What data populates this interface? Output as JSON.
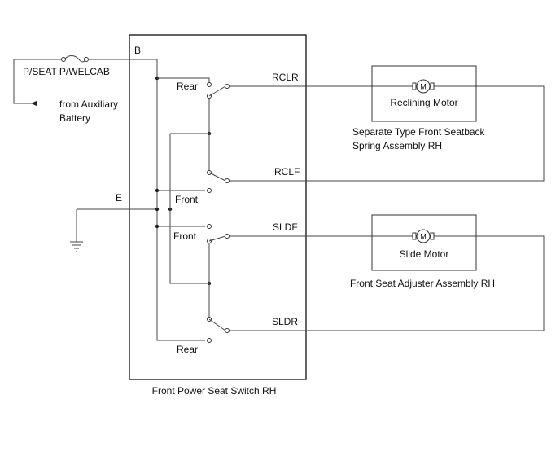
{
  "labels": {
    "fuse": "P/SEAT P/WELCAB",
    "terminal_b": "B",
    "terminal_e": "E",
    "aux_line1": "from Auxiliary",
    "aux_line2": "Battery",
    "rear_top": "Rear",
    "front_upper": "Front",
    "front_lower": "Front",
    "rear_bottom": "Rear",
    "rclr": "RCLR",
    "rclf": "RCLF",
    "sldf": "SLDF",
    "sldr": "SLDR",
    "reclining_motor": "Reclining Motor",
    "slide_motor": "Slide Motor",
    "motor_symbol": "M",
    "seatback_line1": "Separate Type Front Seatback",
    "seatback_line2": "Spring Assembly RH",
    "adjuster": "Front Seat Adjuster Assembly RH",
    "switch": "Front Power Seat Switch RH"
  }
}
